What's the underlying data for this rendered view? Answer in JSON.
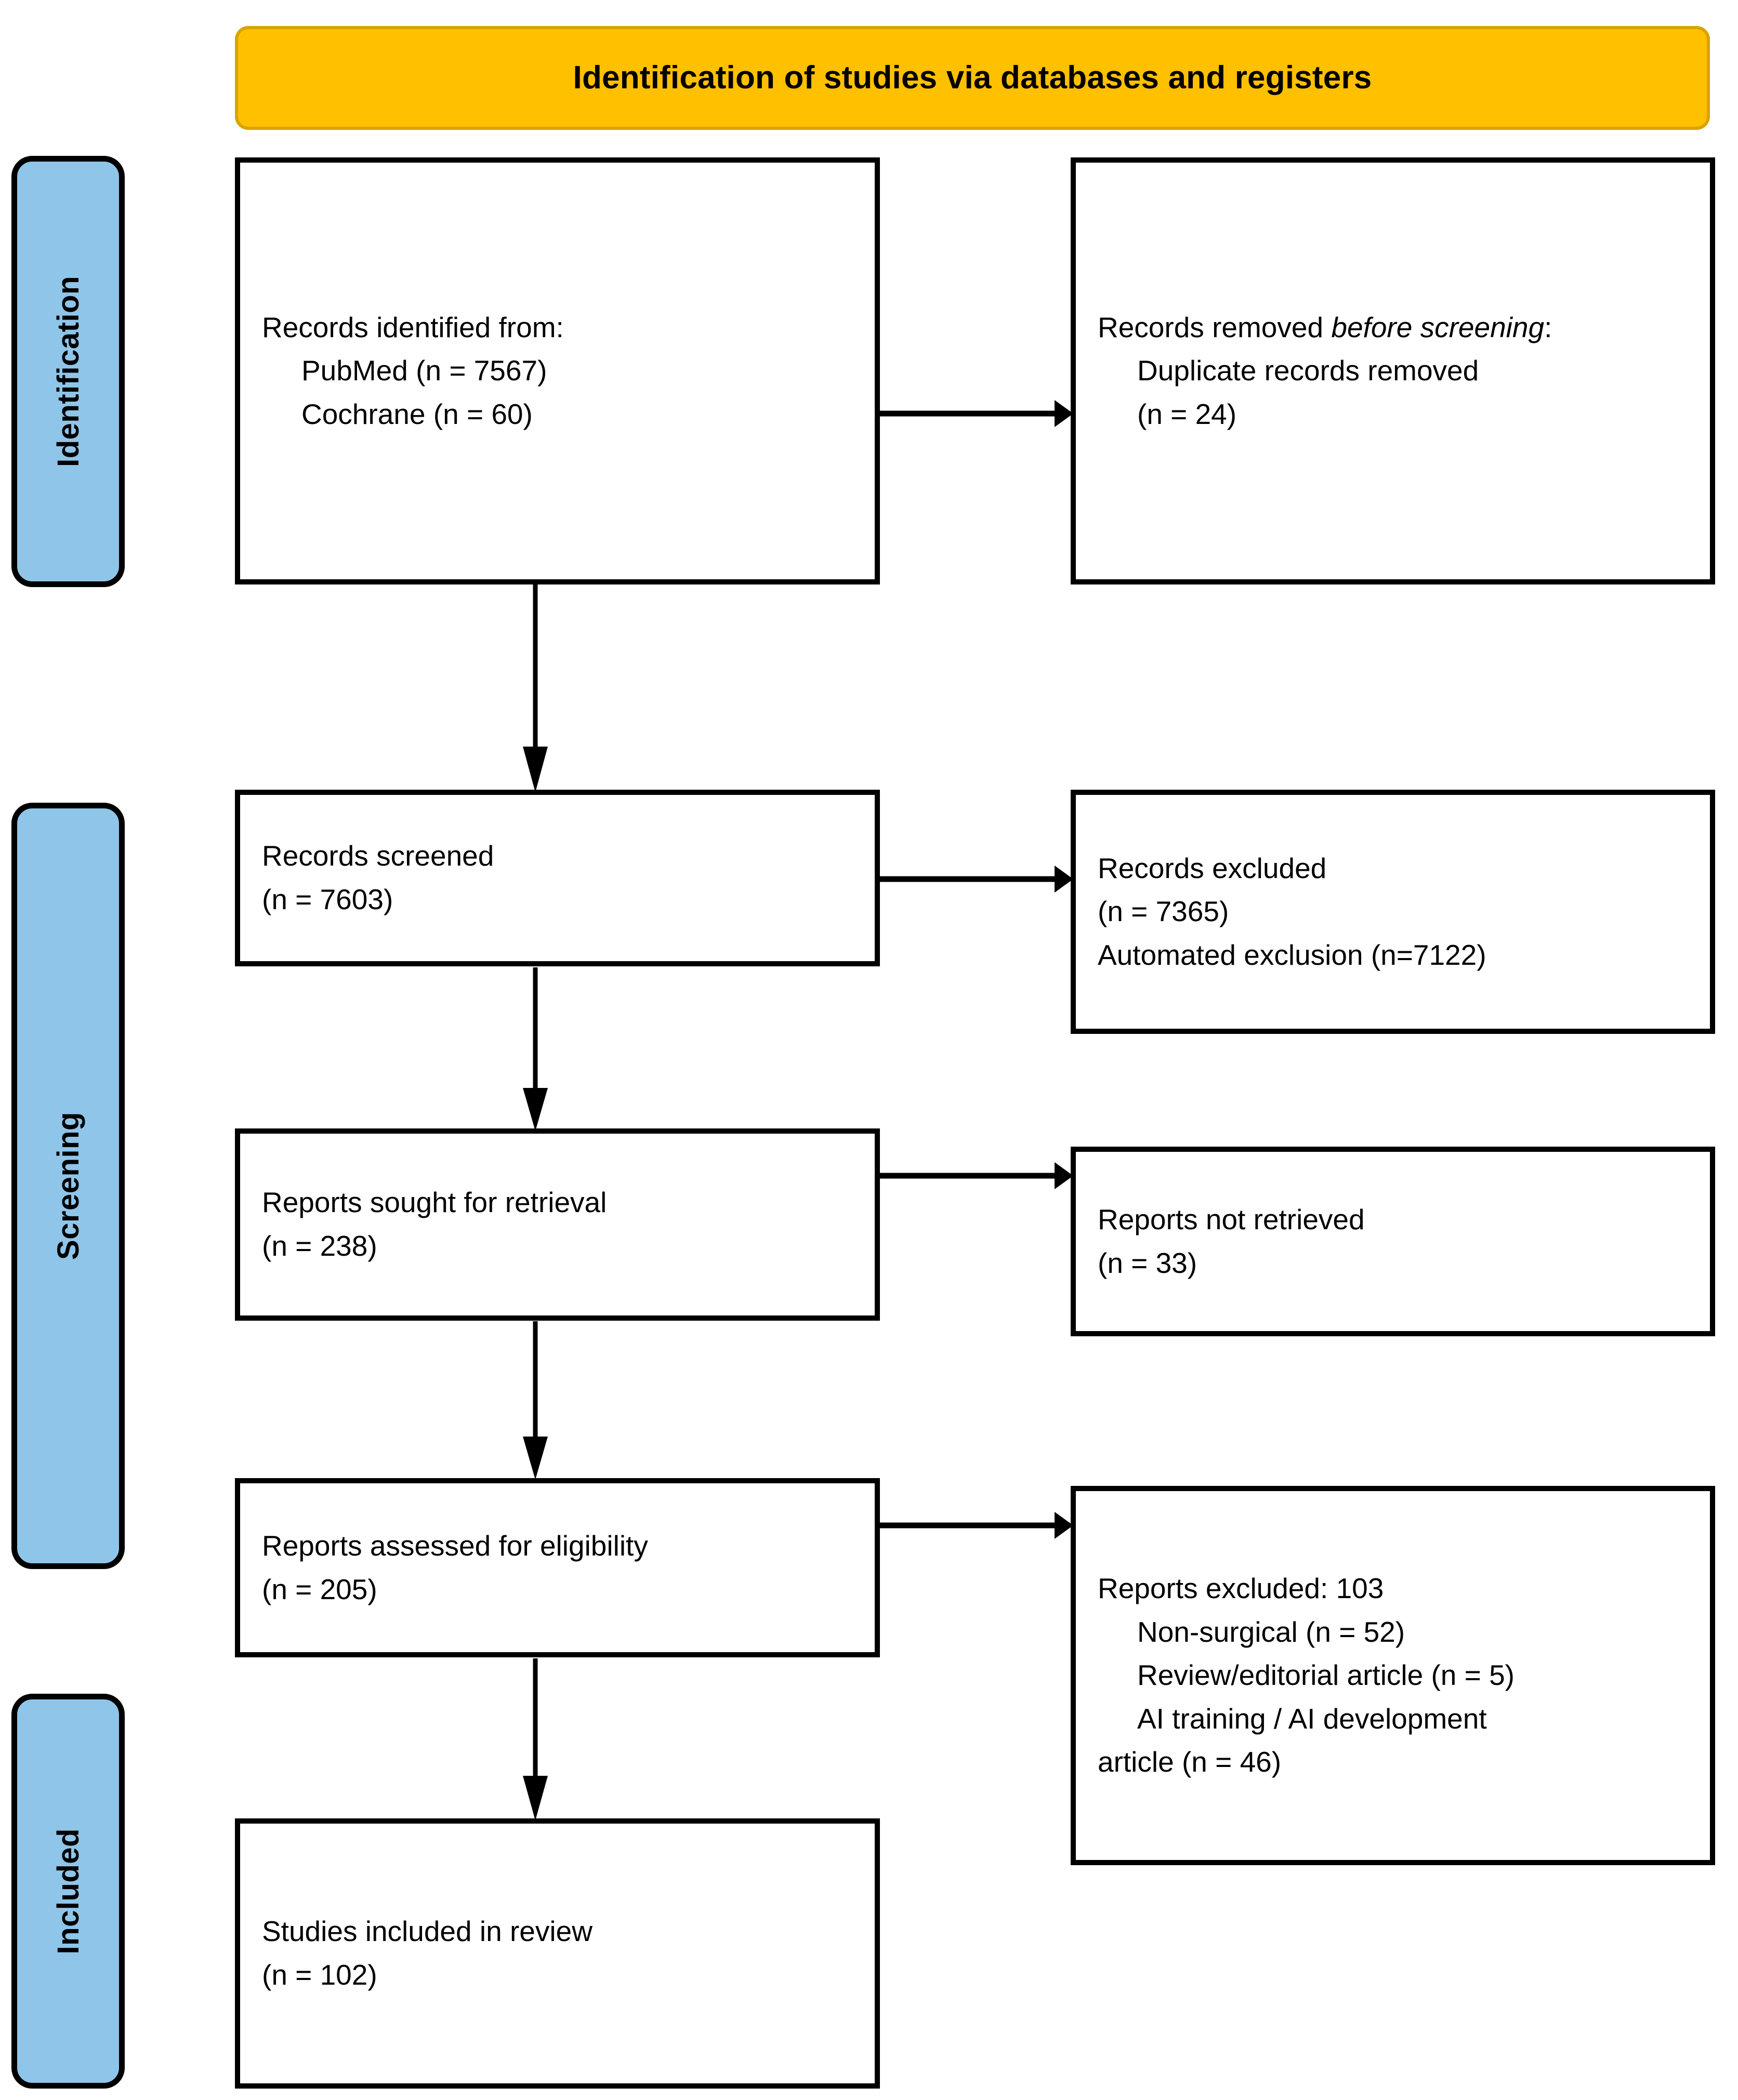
{
  "diagram": {
    "title": "Identification of studies via databases and registers",
    "type": "PRISMA 2020 flow diagram",
    "accent_orange": "#FFC000",
    "accent_blue": "#8FC5E9",
    "border_color": "#000000"
  },
  "phases": [
    {
      "id": "identification",
      "label": "Identification"
    },
    {
      "id": "screening",
      "label": "Screening"
    },
    {
      "id": "included",
      "label": "Included"
    }
  ],
  "boxes": {
    "records_identified": {
      "heading": "Records identified from:",
      "items": [
        "PubMed (n = 7567)",
        "Cochrane (n = 60)"
      ]
    },
    "records_removed": {
      "heading_pre": "Records removed ",
      "heading_italic": "before screening",
      "heading_post": ":",
      "items": [
        "Duplicate records removed",
        "(n = 24)"
      ]
    },
    "records_screened": {
      "heading": "Records screened",
      "count": "(n = 7603)"
    },
    "records_excluded": {
      "heading": "Records excluded",
      "count": "(n = 7365)",
      "detail": "Automated exclusion (n=7122)"
    },
    "reports_sought": {
      "heading": "Reports sought for retrieval",
      "count": "(n = 238)"
    },
    "reports_not_retrieved": {
      "heading": "Reports not retrieved",
      "count": "(n = 33)"
    },
    "reports_assessed": {
      "heading": "Reports assessed for eligibility",
      "count": "(n = 205)"
    },
    "reports_excluded": {
      "heading": "Reports excluded: 103",
      "items": [
        "Non-surgical (n = 52)",
        "Review/editorial article (n = 5)",
        "AI training / AI development",
        "article (n = 46)"
      ]
    },
    "studies_included": {
      "heading": "Studies included in review",
      "count": "(n = 102)"
    }
  },
  "chart_data": {
    "type": "flowchart",
    "title": "Identification of studies via databases and registers",
    "stages": [
      {
        "phase": "Identification",
        "node": "Records identified from: PubMed",
        "n": 7567
      },
      {
        "phase": "Identification",
        "node": "Records identified from: Cochrane",
        "n": 60
      },
      {
        "phase": "Identification",
        "node": "Duplicate records removed before screening",
        "n": 24
      },
      {
        "phase": "Screening",
        "node": "Records screened",
        "n": 7603
      },
      {
        "phase": "Screening",
        "node": "Records excluded",
        "n": 7365
      },
      {
        "phase": "Screening",
        "node": "Automated exclusion",
        "n": 7122
      },
      {
        "phase": "Screening",
        "node": "Reports sought for retrieval",
        "n": 238
      },
      {
        "phase": "Screening",
        "node": "Reports not retrieved",
        "n": 33
      },
      {
        "phase": "Screening",
        "node": "Reports assessed for eligibility",
        "n": 205
      },
      {
        "phase": "Screening",
        "node": "Reports excluded (total)",
        "n": 103
      },
      {
        "phase": "Screening",
        "node": "Reports excluded: Non-surgical",
        "n": 52
      },
      {
        "phase": "Screening",
        "node": "Reports excluded: Review/editorial article",
        "n": 5
      },
      {
        "phase": "Screening",
        "node": "Reports excluded: AI training / AI development article",
        "n": 46
      },
      {
        "phase": "Included",
        "node": "Studies included in review",
        "n": 102
      }
    ]
  }
}
